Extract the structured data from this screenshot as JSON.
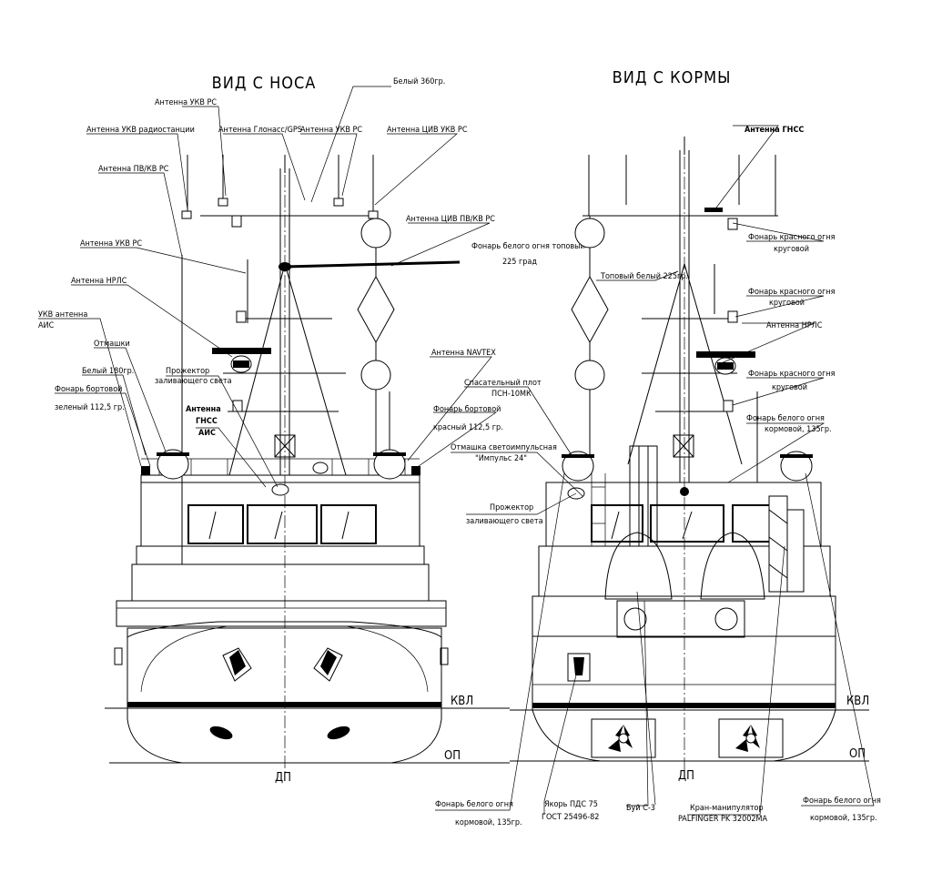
{
  "titles": {
    "bow_view": "ВИД С НОСА",
    "stern_view": "ВИД С КОРМЫ"
  },
  "bow_labels": {
    "white_360": "Белый 360гр.",
    "vhf_rs_top": "Антенна УКВ РС",
    "vhf_radio": "Антенна УКВ радиостанции",
    "glonass_gps": "Антенна Глонасс/GPS",
    "vhf_rs_mid": "Антенна УКВ РС",
    "civ_vhf_rs": "Антенна ЦИВ УКВ РС",
    "mf_hf_rs": "Антенна ПВ/КВ РС",
    "civ_mf_hf_rs": "Антенна ЦИВ ПВ/КВ РС",
    "vhf_rs_left": "Антенна УКВ РС",
    "masthead_light_1": "Фонарь белого огня топовый",
    "masthead_light_2": "225 град",
    "radar_ant": "Антенна НРЛС",
    "vhf_ais_1": "УКВ антенна",
    "vhf_ais_2": "АИС",
    "deflectors": "Отмашки",
    "navtex": "Антенна NAVTEX",
    "white_180": "Белый 180гр.",
    "searchlight_1": "Прожектор",
    "searchlight_2": "заливающего света",
    "green_side_1": "Фонарь бортовой",
    "green_side_2": "зеленый 112,5 гр.",
    "gnss_ais_1": "Антенна",
    "gnss_ais_2": "ГНСС",
    "gnss_ais_3": "АИС",
    "red_side_1": "Фонарь бортовой",
    "red_side_2": "красный 112,5 гр.",
    "kvl": "КВЛ",
    "op": "ОП",
    "dp": "ДП"
  },
  "stern_labels": {
    "gnss": "Антенна ГНСС",
    "red_allround_1_a": "Фонарь красного огня",
    "red_allround_1_b": "круговой",
    "masthead_white": "Топовый белый 225гр.",
    "red_allround_2_a": "Фонарь красного огня",
    "red_allround_2_b": "круговой",
    "radar_ant": "Антенна НРЛС",
    "raft_1": "Спасательный плот",
    "raft_2": "ПСН-10МК",
    "red_allround_3_a": "Фонарь красного огня",
    "red_allround_3_b": "круговой",
    "white_stern_1": "Фонарь белого огня",
    "white_stern_2": "кормовой, 135гр.",
    "flash_1": "Отмашка светоимпульсная",
    "flash_2": "\"Импульс 24\"",
    "searchlight_1": "Прожектор",
    "searchlight_2": "заливающего света",
    "kvl": "КВЛ",
    "op": "ОП",
    "dp": "ДП",
    "bottom_white_left_1": "Фонарь белого огня",
    "bottom_white_left_2": "кормовой, 135гр.",
    "anchor_1": "Якорь ПДС 75",
    "anchor_2": "ГОСТ 25496-82",
    "buoy": "Буй С-3",
    "crane_1": "Кран-манипулятор",
    "crane_2": "PALFINGER PK 32002MA",
    "bottom_white_right_1": "Фонарь белого огня",
    "bottom_white_right_2": "кормовой, 135гр."
  }
}
